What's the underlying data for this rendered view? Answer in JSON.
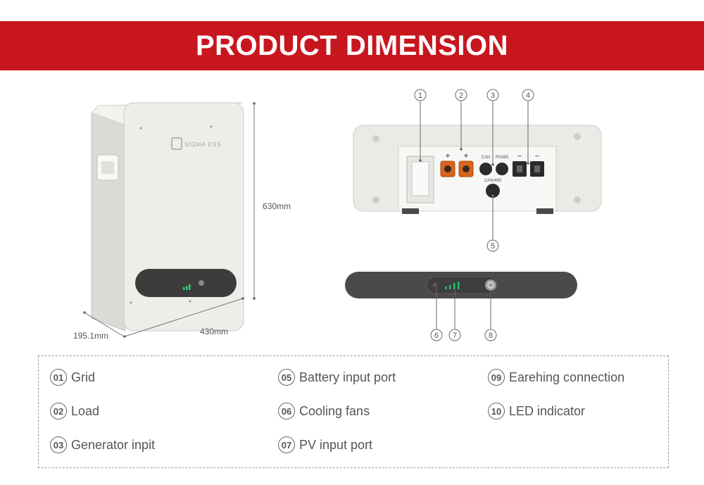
{
  "header": {
    "title": "PRODUCT DIMENSION"
  },
  "product": {
    "brand_logo": "SIGMA ESS"
  },
  "dimensions": {
    "height": "630mm",
    "width": "430mm",
    "depth": "195.1mm"
  },
  "port_panel": {
    "callouts": [
      "1",
      "2",
      "3",
      "4",
      "5"
    ],
    "port_labels": [
      "+",
      "+",
      "CAN",
      "RS485",
      "−",
      "−"
    ],
    "sub_label": "CAN/485"
  },
  "front_panel": {
    "callouts": [
      "6",
      "7",
      "8"
    ]
  },
  "legend": {
    "items": [
      {
        "num": "01",
        "label": "Grid"
      },
      {
        "num": "02",
        "label": "Load"
      },
      {
        "num": "03",
        "label": "Generator inpit"
      },
      {
        "num": "05",
        "label": "Battery input port"
      },
      {
        "num": "06",
        "label": "Cooling fans"
      },
      {
        "num": "07",
        "label": "PV input port"
      },
      {
        "num": "09",
        "label": "Earehing connection"
      },
      {
        "num": "10",
        "label": "LED indicator"
      }
    ]
  },
  "colors": {
    "banner": "#c8161e",
    "body": "#efede8",
    "led": "#23c06a",
    "panel": "#4a4a4a"
  }
}
